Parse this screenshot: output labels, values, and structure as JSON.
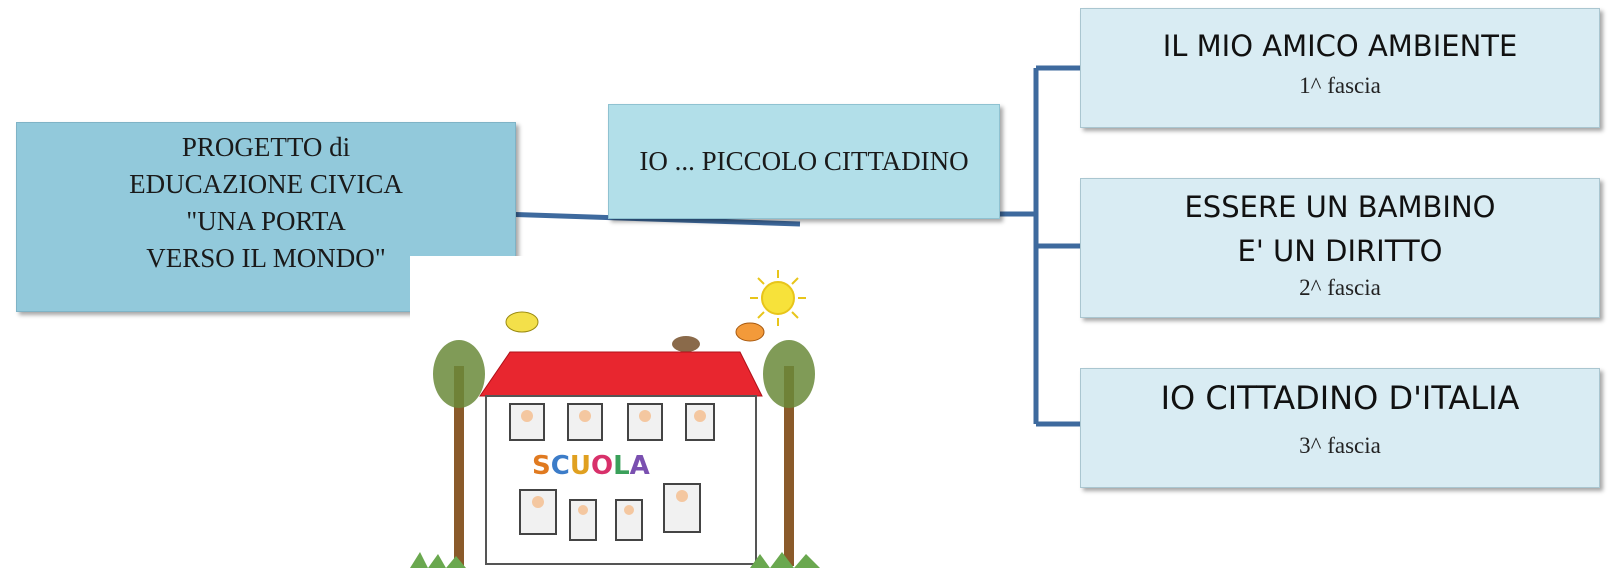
{
  "root": {
    "lines": [
      "PROGETTO di",
      "EDUCAZIONE CIVICA",
      "\"UNA PORTA",
      "VERSO IL MONDO\""
    ]
  },
  "middle": {
    "label": "IO ... PICCOLO CITTADINO"
  },
  "leaves": [
    {
      "title_lines": [
        "IL MIO AMICO AMBIENTE"
      ],
      "sub": "1^ fascia"
    },
    {
      "title_lines": [
        "ESSERE UN BAMBINO",
        "E' UN DIRITTO"
      ],
      "sub": "2^ fascia"
    },
    {
      "title_lines": [
        "IO CITTADINO D'ITALIA"
      ],
      "sub": "3^ fascia"
    }
  ],
  "illustration": {
    "sign_text": "SCUOLA"
  },
  "colors": {
    "root_fill": "#92c9db",
    "middle_fill": "#b2dfe9",
    "leaf_fill": "#d9ecf3",
    "connector": "#3e6a9e",
    "roof": "#e8262f"
  }
}
